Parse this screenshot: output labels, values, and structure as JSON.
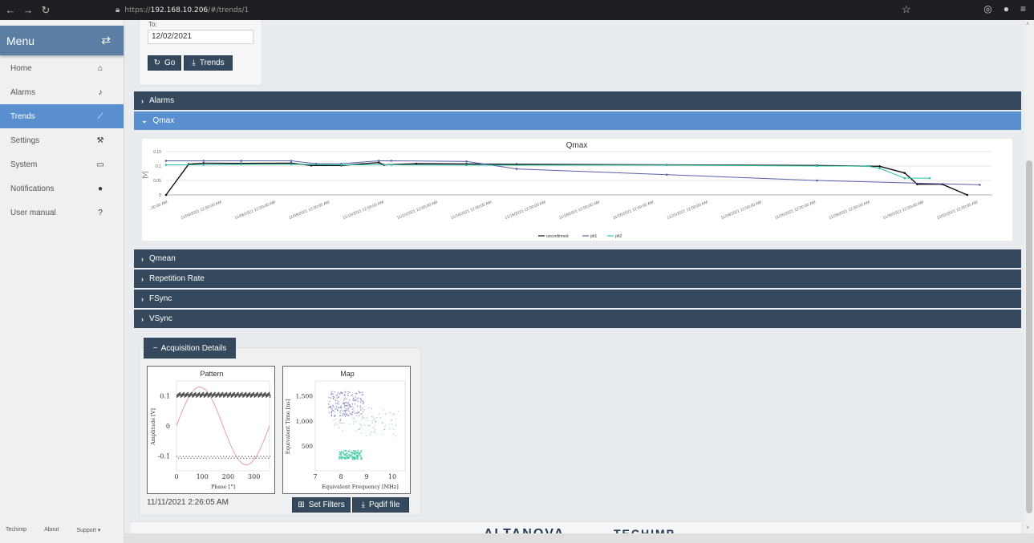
{
  "browser": {
    "url_prefix": "https://",
    "url_host": "192.168.10.206",
    "url_path": "/#/trends/1"
  },
  "sidebar": {
    "header": "Menu",
    "items": [
      {
        "label": "Home",
        "icon": "home-icon",
        "glyph": "⌂"
      },
      {
        "label": "Alarms",
        "icon": "bell-icon",
        "glyph": "♪"
      },
      {
        "label": "Trends",
        "icon": "trend-icon",
        "glyph": "⟋"
      },
      {
        "label": "Settings",
        "icon": "wrench-icon",
        "glyph": "⚒"
      },
      {
        "label": "System",
        "icon": "hdd-icon",
        "glyph": "▭"
      },
      {
        "label": "Notifications",
        "icon": "info-icon",
        "glyph": "●"
      },
      {
        "label": "User manual",
        "icon": "question-icon",
        "glyph": "?"
      }
    ],
    "active": "Trends",
    "footer": {
      "techimp": "Techimp",
      "about": "About",
      "support": "Support ▾"
    }
  },
  "filter": {
    "to_label": "To:",
    "to_value": "12/02/2021",
    "go_label": "Go",
    "trends_label": "Trends"
  },
  "sections": {
    "alarms": "Alarms",
    "qmax": "Qmax",
    "qmean": "Qmean",
    "repetition_rate": "Repetition Rate",
    "fsync": "FSync",
    "vsync": "VSync"
  },
  "chart_data": [
    {
      "type": "line",
      "title": "Qmax",
      "ylabel": "[V]",
      "ylim": [
        0,
        0.15
      ],
      "yticks": [
        "0",
        "0.05",
        "0.1",
        "0.15"
      ],
      "xticks": [
        "...00:00 AM",
        "11/04/2021 12:00:00 AM",
        "11/06/2021 12:00:00 AM",
        "11/08/2021 12:00:00 AM",
        "11/10/2021 12:00:00 AM",
        "11/12/2021 12:00:00 AM",
        "11/14/2021 12:00:00 AM",
        "11/16/2021 12:00:00 AM",
        "11/18/2021 12:00:00 AM",
        "11/20/2021 12:00:00 AM",
        "11/22/2021 12:00:00 AM",
        "11/24/2021 12:00:00 AM",
        "11/26/2021 12:00:00 AM",
        "11/28/2021 12:00:00 AM",
        "11/30/2021 12:00:00 AM",
        "12/02/2021 12:00:00 AM"
      ],
      "legend": "bottom",
      "series": [
        {
          "name": "unconfirmed",
          "color": "#111111",
          "x": [
            0,
            0.9,
            1.5,
            3,
            5,
            5.8,
            7,
            8.5,
            8.7,
            10,
            12,
            14,
            20,
            26,
            28.5,
            29.5,
            30,
            31,
            32
          ],
          "values": [
            0,
            0.106,
            0.11,
            0.109,
            0.11,
            0.102,
            0.102,
            0.112,
            0.104,
            0.108,
            0.107,
            0.106,
            0.104,
            0.102,
            0.099,
            0.076,
            0.037,
            0.037,
            0.0
          ]
        },
        {
          "name": "ph1",
          "color": "#5b5ea6",
          "x": [
            0,
            1.5,
            3,
            5,
            6,
            7,
            8.5,
            9,
            12,
            14,
            20,
            26,
            32.5
          ],
          "values": [
            0.118,
            0.118,
            0.118,
            0.118,
            0.108,
            0.108,
            0.118,
            0.118,
            0.116,
            0.09,
            0.07,
            0.05,
            0.035
          ]
        },
        {
          "name": "ph2",
          "color": "#2ec4a6",
          "x": [
            0,
            1.5,
            3,
            5,
            7,
            9,
            12,
            20,
            26,
            28,
            28.5,
            29.5,
            30.5
          ],
          "values": [
            0.104,
            0.104,
            0.106,
            0.106,
            0.104,
            0.104,
            0.103,
            0.103,
            0.1,
            0.1,
            0.092,
            0.058,
            0.058
          ]
        }
      ]
    },
    {
      "type": "scatter",
      "title": "Pattern",
      "xlabel": "Phase [°]",
      "ylabel": "Amplitude [V]",
      "xlim": [
        0,
        360
      ],
      "ylim": [
        -0.15,
        0.15
      ],
      "xticks": [
        "0",
        "100",
        "200",
        "300"
      ],
      "yticks": [
        "0.1",
        "0",
        "-0.1"
      ]
    },
    {
      "type": "scatter",
      "title": "Map",
      "xlabel": "Equivalent Frequency [MHz]",
      "ylabel": "Equivalent Time [ns]",
      "xlim": [
        7,
        10.5
      ],
      "ylim": [
        0,
        1800
      ],
      "xticks": [
        "7",
        "8",
        "9",
        "10"
      ],
      "yticks": [
        "500",
        "1,000",
        "1,500"
      ]
    }
  ],
  "acquisition": {
    "tab_label": "Acquisition Details",
    "timestamp": "11/11/2021 2:26:05 AM",
    "set_filters": "Set Filters",
    "pqdif": "Pqdif file"
  },
  "footer_logos": {
    "altanova": "ALTANOVA",
    "techimp": "TECHIMP"
  }
}
